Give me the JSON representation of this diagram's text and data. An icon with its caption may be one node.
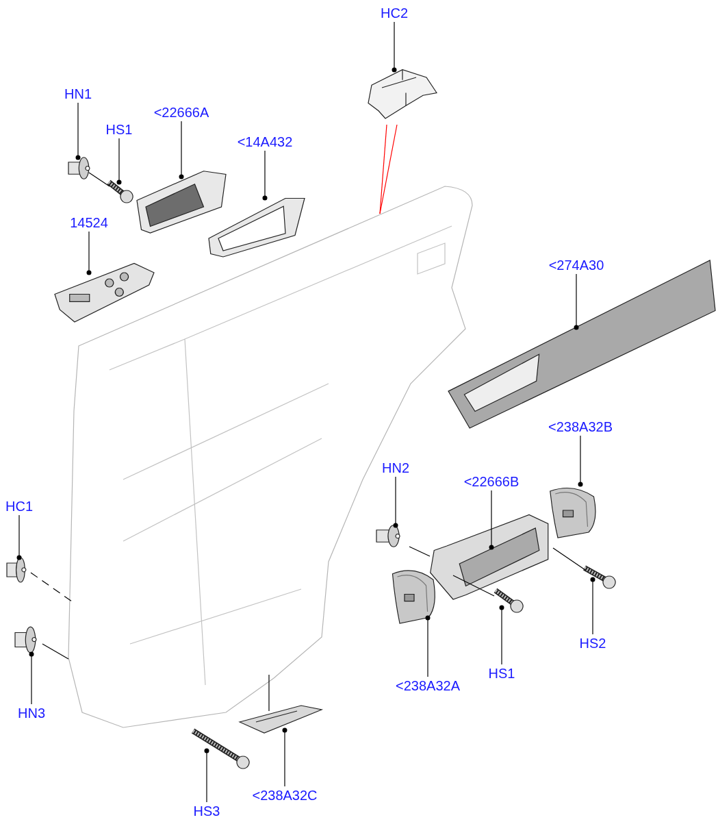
{
  "diagram": {
    "nodes": [
      {
        "text": [
          "HC2"
        ]
      },
      {
        "text": [
          "HN1"
        ]
      },
      {
        "text": [
          "<22666A"
        ]
      },
      {
        "text": [
          "HS1"
        ]
      },
      {
        "text": [
          "<14A432"
        ]
      },
      {
        "text": [
          "14524"
        ]
      },
      {
        "text": [
          "<274A30"
        ]
      },
      {
        "text": [
          "<238A32B"
        ]
      },
      {
        "text": [
          "HN2"
        ]
      },
      {
        "text": [
          "<22666B"
        ]
      },
      {
        "text": [
          "HC1"
        ]
      },
      {
        "text": [
          "HS2"
        ]
      },
      {
        "text": [
          "HS1"
        ]
      },
      {
        "text": [
          "<238A32A"
        ]
      },
      {
        "text": [
          "HN3"
        ]
      },
      {
        "text": [
          "<238A32C"
        ]
      },
      {
        "text": [
          "HS3"
        ]
      },
      {
        "text": [],
        "shape": "picture"
      },
      {
        "text": [],
        "shape": "picture"
      },
      {
        "text": [],
        "shape": "picture"
      },
      {
        "text": [],
        "shape": "picture"
      },
      {
        "text": [],
        "shape": "picture"
      },
      {
        "text": [],
        "shape": "picture"
      },
      {
        "text": [],
        "shape": "picture"
      },
      {
        "text": [],
        "shape": "picture"
      },
      {
        "text": [],
        "shape": "picture"
      },
      {
        "text": [],
        "shape": "picture"
      },
      {
        "text": [],
        "shape": "picture"
      },
      {
        "text": [],
        "shape": "picture"
      },
      {
        "text": [],
        "shape": "picture"
      },
      {
        "text": [],
        "shape": "picture"
      },
      {
        "text": [],
        "shape": "picture"
      },
      {
        "text": [],
        "shape": "picture"
      },
      {
        "text": [],
        "shape": "picture"
      },
      {
        "text": [],
        "shape": "picture"
      }
    ],
    "edges": [
      {
        "from": 0,
        "to": 17,
        "arrow": "other"
      },
      {
        "from": 1,
        "to": 18,
        "arrow": "other"
      },
      {
        "from": 2,
        "to": 19,
        "arrow": "other"
      },
      {
        "from": 3,
        "to": 20,
        "arrow": "other"
      },
      {
        "from": 4,
        "to": 21,
        "arrow": "other"
      },
      {
        "from": 5,
        "to": 22,
        "arrow": "other"
      },
      {
        "from": 6,
        "to": 23,
        "arrow": "other"
      },
      {
        "from": 7,
        "to": 24,
        "arrow": "other"
      },
      {
        "from": 8,
        "to": 25,
        "arrow": "other"
      },
      {
        "from": 9,
        "to": 26,
        "arrow": "other"
      },
      {
        "from": 10,
        "to": 27,
        "arrow": "other"
      },
      {
        "from": 11,
        "to": 28,
        "arrow": "other"
      },
      {
        "from": 12,
        "to": 29,
        "arrow": "other"
      },
      {
        "from": 13,
        "to": 30,
        "arrow": "other"
      },
      {
        "from": 14,
        "to": 31,
        "arrow": "other"
      },
      {
        "from": 15,
        "to": 32,
        "arrow": "other"
      },
      {
        "from": 16,
        "to": 33,
        "arrow": "other"
      },
      {
        "from": 18,
        "to": 20,
        "arrow": "none"
      },
      {
        "from": 17,
        "to": 34,
        "arrow": "none",
        "color": "#ff0000"
      },
      {
        "from": 17,
        "to": 34,
        "arrow": "none",
        "color": "#ff0000"
      },
      {
        "from": 27,
        "to": 34,
        "arrow": "none",
        "style": "dashed"
      },
      {
        "from": 31,
        "to": 34,
        "arrow": "none"
      },
      {
        "from": 25,
        "to": 26,
        "arrow": "none"
      },
      {
        "from": 29,
        "to": 26,
        "arrow": "none"
      },
      {
        "from": 28,
        "to": 26,
        "arrow": "none"
      },
      {
        "from": 32,
        "to": 34,
        "arrow": "none"
      }
    ]
  }
}
